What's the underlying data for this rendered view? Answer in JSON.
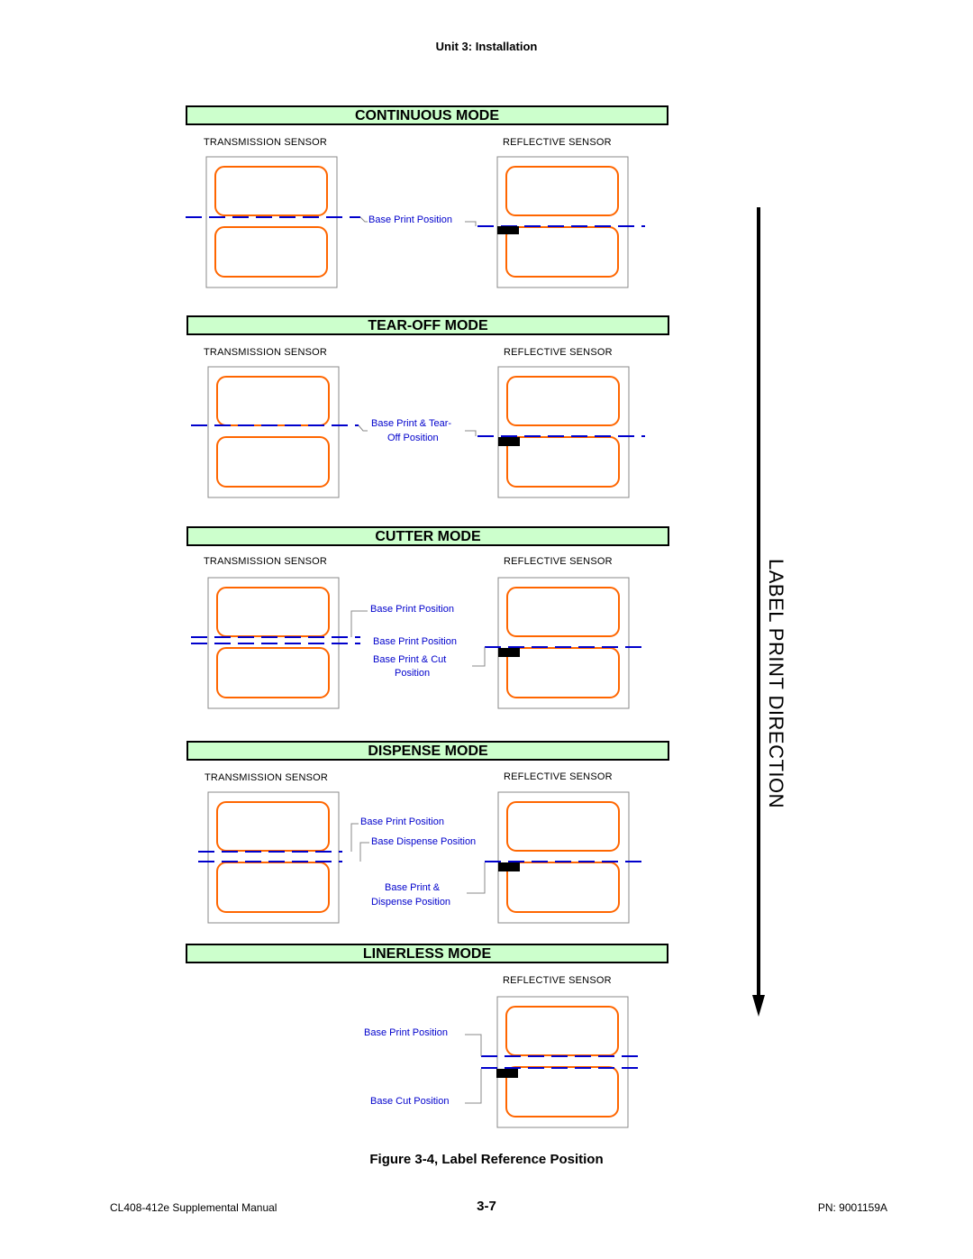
{
  "header": {
    "unit": "Unit 3:  Installation"
  },
  "sensors": {
    "transmission": "TRANSMISSION SENSOR",
    "reflective": "REFLECTIVE SENSOR"
  },
  "modes": {
    "continuous": {
      "title": "CONTINUOUS MODE",
      "labels": [
        "Base Print Position"
      ]
    },
    "tearoff": {
      "title": "TEAR-OFF MODE",
      "labels": [
        "Base Print & Tear-",
        "Off Position"
      ]
    },
    "cutter": {
      "title": "CUTTER MODE",
      "labels": [
        "Base Print Position",
        "Base Print Position",
        "Base Print & Cut",
        "Position"
      ]
    },
    "dispense": {
      "title": "DISPENSE MODE",
      "labels": [
        "Base Print Position",
        "Base Dispense Position",
        "Base Print &",
        "Dispense Position"
      ]
    },
    "linerless": {
      "title": "LINERLESS MODE",
      "labels": [
        "Base Print Position",
        "Base Cut Position"
      ]
    }
  },
  "direction_label": "LABEL PRINT DIRECTION",
  "caption": "Figure 3-4, Label Reference Position",
  "footer": {
    "left": "CL408-412e Supplemental Manual",
    "center": "3-7",
    "right": "PN: 9001159A"
  },
  "colors": {
    "title_bg": "#ccffcc",
    "label_outline": "#ff6600",
    "position_line": "#0000cc"
  }
}
